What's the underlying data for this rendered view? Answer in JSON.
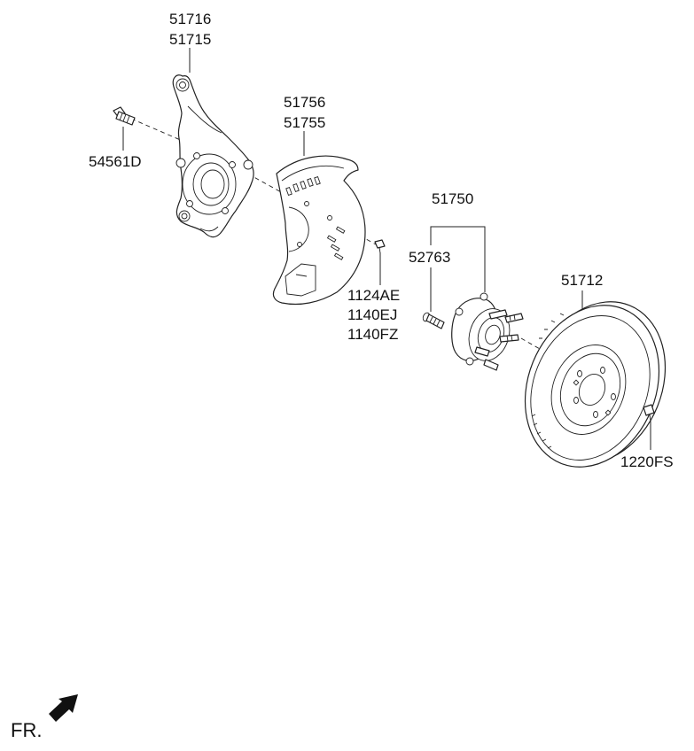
{
  "labels": {
    "knuckle_a": "51716",
    "knuckle_b": "51715",
    "knuckle_bolt": "54561D",
    "dust_cover_a": "51756",
    "dust_cover_b": "51755",
    "cover_screw_a": "1124AE",
    "cover_screw_b": "1140EJ",
    "cover_screw_c": "1140FZ",
    "hub_assembly": "51750",
    "hub_bolt": "52763",
    "disc": "51712",
    "disc_screw": "1220FS",
    "front_marker": "FR."
  }
}
